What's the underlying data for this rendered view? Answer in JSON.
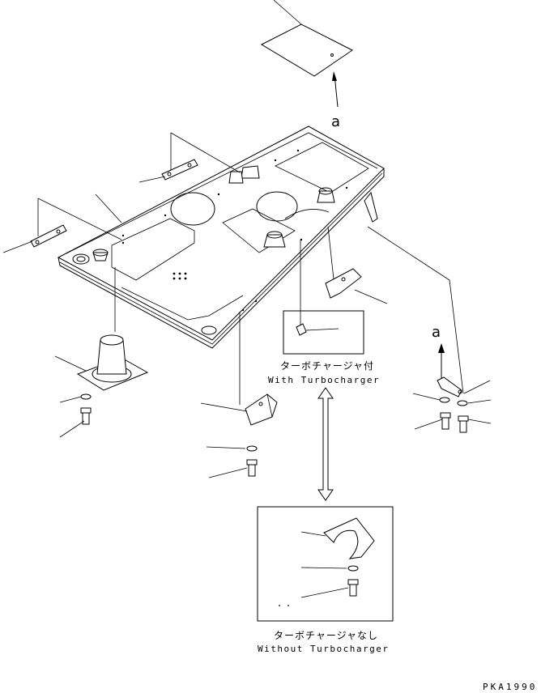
{
  "labels": {
    "ref_top": "a",
    "ref_right": "a",
    "with_turbo_jp": "ターボチャージャ付",
    "with_turbo_en": "With Turbocharger",
    "without_turbo_jp": "ターボチャージャなし",
    "without_turbo_en": "Without Turbocharger",
    "drawing_code": "PKA1990"
  }
}
